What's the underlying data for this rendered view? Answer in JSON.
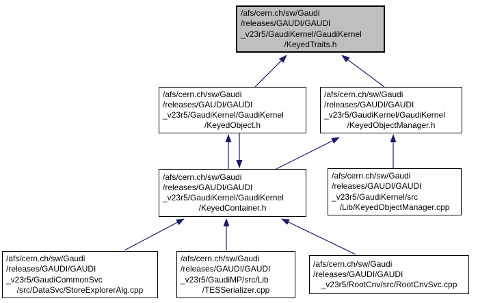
{
  "diagram": {
    "kind": "include-dependency-graph",
    "background_color": "#ffffff",
    "arrow_color": "#191970",
    "node_fill_color": "#ffffff",
    "node_border_color": "#000000",
    "highlighted_node_fill_color": "#bfbfbf",
    "nodes": [
      {
        "id": "keyed-traits-h",
        "highlighted": true,
        "lines": [
          "/afs/cern.ch/sw/Gaudi",
          "/releases/GAUDI/GAUDI",
          "_v23r5/GaudiKernel/GaudiKernel",
          "/KeyedTraits.h"
        ]
      },
      {
        "id": "keyed-object-h",
        "highlighted": false,
        "lines": [
          "/afs/cern.ch/sw/Gaudi",
          "/releases/GAUDI/GAUDI",
          "_v23r5/GaudiKernel/GaudiKernel",
          "/KeyedObject.h"
        ]
      },
      {
        "id": "keyed-object-manager-h",
        "highlighted": false,
        "lines": [
          "/afs/cern.ch/sw/Gaudi",
          "/releases/GAUDI/GAUDI",
          "_v23r5/GaudiKernel/GaudiKernel",
          "/KeyedObjectManager.h"
        ]
      },
      {
        "id": "keyed-container-h",
        "highlighted": false,
        "lines": [
          "/afs/cern.ch/sw/Gaudi",
          "/releases/GAUDI/GAUDI",
          "_v23r5/GaudiKernel/GaudiKernel",
          "/KeyedContainer.h"
        ]
      },
      {
        "id": "keyed-object-manager-cpp",
        "highlighted": false,
        "lines": [
          "/afs/cern.ch/sw/Gaudi",
          "/releases/GAUDI/GAUDI",
          "_v23r5/GaudiKernel/src",
          "/Lib/KeyedObjectManager.cpp"
        ]
      },
      {
        "id": "store-explorer-alg-cpp",
        "highlighted": false,
        "lines": [
          "/afs/cern.ch/sw/Gaudi",
          "/releases/GAUDI/GAUDI",
          "_v23r5/GaudiCommonSvc",
          "/src/DataSvc/StoreExplorerAlg.cpp"
        ]
      },
      {
        "id": "tes-serializer-cpp",
        "highlighted": false,
        "lines": [
          "/afs/cern.ch/sw/Gaudi",
          "/releases/GAUDI/GAUDI",
          "_v23r5/GaudiMP/src/Lib",
          "/TESSerializer.cpp"
        ]
      },
      {
        "id": "root-cnv-svc-cpp",
        "highlighted": false,
        "lines": [
          "/afs/cern.ch/sw/Gaudi",
          "/releases/GAUDI/GAUDI",
          "_v23r5/RootCnv/src/RootCnvSvc.cpp"
        ]
      }
    ],
    "edges": [
      {
        "from": "keyed-object-h",
        "to": "keyed-traits-h"
      },
      {
        "from": "keyed-object-manager-h",
        "to": "keyed-traits-h"
      },
      {
        "from": "keyed-container-h",
        "to": "keyed-object-h"
      },
      {
        "from": "keyed-object-h",
        "to": "keyed-container-h"
      },
      {
        "from": "keyed-container-h",
        "to": "keyed-object-manager-h"
      },
      {
        "from": "keyed-object-manager-cpp",
        "to": "keyed-object-manager-h"
      },
      {
        "from": "store-explorer-alg-cpp",
        "to": "keyed-container-h"
      },
      {
        "from": "tes-serializer-cpp",
        "to": "keyed-container-h"
      },
      {
        "from": "root-cnv-svc-cpp",
        "to": "keyed-container-h"
      }
    ]
  }
}
